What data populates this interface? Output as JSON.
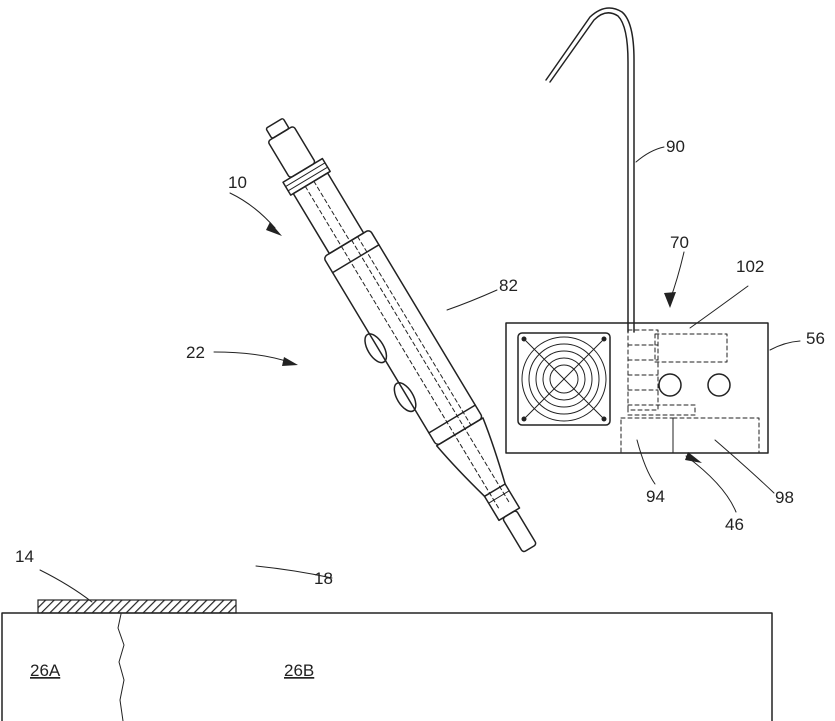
{
  "figure": {
    "ink_color": "#222222",
    "background_color": "#ffffff",
    "reference_numerals": {
      "system": "10",
      "workpiece_coating": "14",
      "nozzle_tip": "18",
      "handheld_device": "22",
      "region_a": "26A",
      "region_b": "26B",
      "control_module": "46",
      "enclosure": "56",
      "control_unit": "70",
      "grip_sleeve": "82",
      "cable": "90",
      "module_left": "94",
      "module_right": "98",
      "display_panel": "102"
    }
  }
}
